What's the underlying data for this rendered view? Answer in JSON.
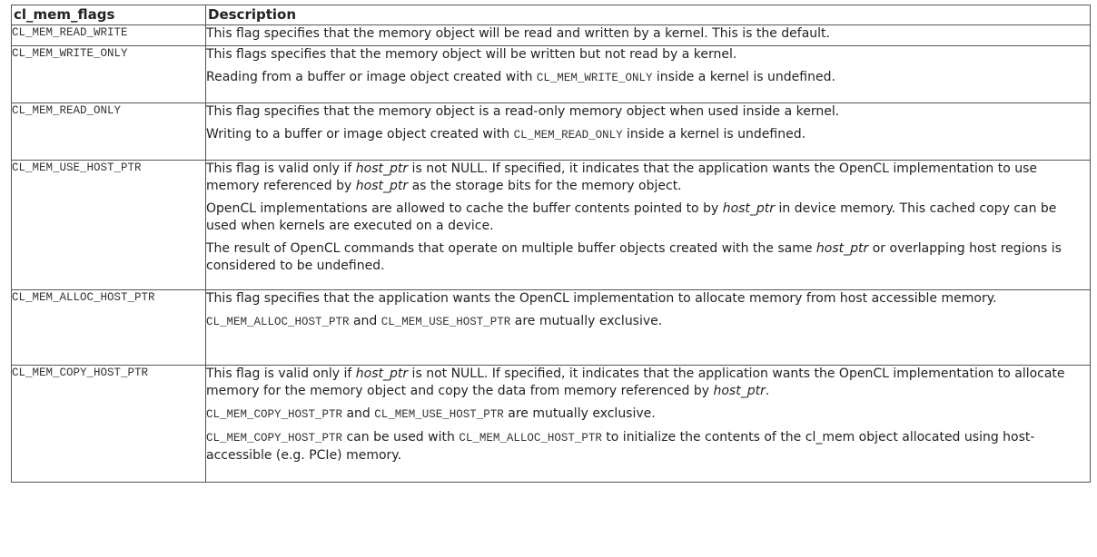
{
  "table": {
    "headers": [
      "cl_mem_flags",
      "Description"
    ],
    "rows": [
      {
        "flag": "CL_MEM_READ_WRITE",
        "p1": "This flag specifies that the memory object will be read and written by a kernel. This is the default."
      },
      {
        "flag": "CL_MEM_WRITE_ONLY",
        "p1": "This flags specifies that the memory object will be written but not read by a kernel.",
        "p2a": "Reading from a buffer or image object created with ",
        "p2code": "CL_MEM_WRITE_ONLY",
        "p2b": " inside a kernel is undefined."
      },
      {
        "flag": "CL_MEM_READ_ONLY",
        "p1": "This flag specifies that the memory object is a read-only memory object when used inside a kernel.",
        "p2a": "Writing to a buffer or image object created with ",
        "p2code": "CL_MEM_READ_ONLY",
        "p2b": " inside a kernel is undefined."
      },
      {
        "flag": "CL_MEM_USE_HOST_PTR",
        "p1a": "This flag is valid only if ",
        "p1em1": "host_ptr",
        "p1b": " is not NULL. If specified, it indicates that the application wants the OpenCL implementation to use memory referenced by ",
        "p1em2": "host_ptr",
        "p1c": " as the storage bits for the memory object.",
        "p2a": "OpenCL implementations are allowed to cache the buffer contents pointed to by ",
        "p2em": "host_ptr",
        "p2b": " in device memory. This cached copy can be used when kernels are executed on a device.",
        "p3a": "The result of OpenCL commands that operate on multiple buffer objects created with the same ",
        "p3em": "host_ptr",
        "p3b": " or overlapping host regions is considered to be undefined."
      },
      {
        "flag": "CL_MEM_ALLOC_HOST_PTR",
        "p1": "This flag specifies that the application wants the OpenCL implementation to allocate memory from host accessible memory.",
        "p2code1": "CL_MEM_ALLOC_HOST_PTR",
        "p2a": " and ",
        "p2code2": "CL_MEM_USE_HOST_PTR",
        "p2b": " are mutually exclusive."
      },
      {
        "flag": "CL_MEM_COPY_HOST_PTR",
        "p1a": "This flag is valid only if ",
        "p1em1": "host_ptr",
        "p1b": " is not NULL. If specified, it indicates that the application wants the OpenCL implementation to allocate memory for the memory object and copy the data from memory referenced by ",
        "p1em2": "host_ptr",
        "p1c": ".",
        "p2code1": "CL_MEM_COPY_HOST_PTR",
        "p2a": " and ",
        "p2code2": "CL_MEM_USE_HOST_PTR",
        "p2b": " are mutually exclusive.",
        "p3code1": "CL_MEM_COPY_HOST_PTR",
        "p3a": " can be used with ",
        "p3code2": "CL_MEM_ALLOC_HOST_PTR",
        "p3b": " to initialize the contents of the cl_mem object allocated using host-accessible (e.g. PCIe) memory."
      }
    ]
  }
}
